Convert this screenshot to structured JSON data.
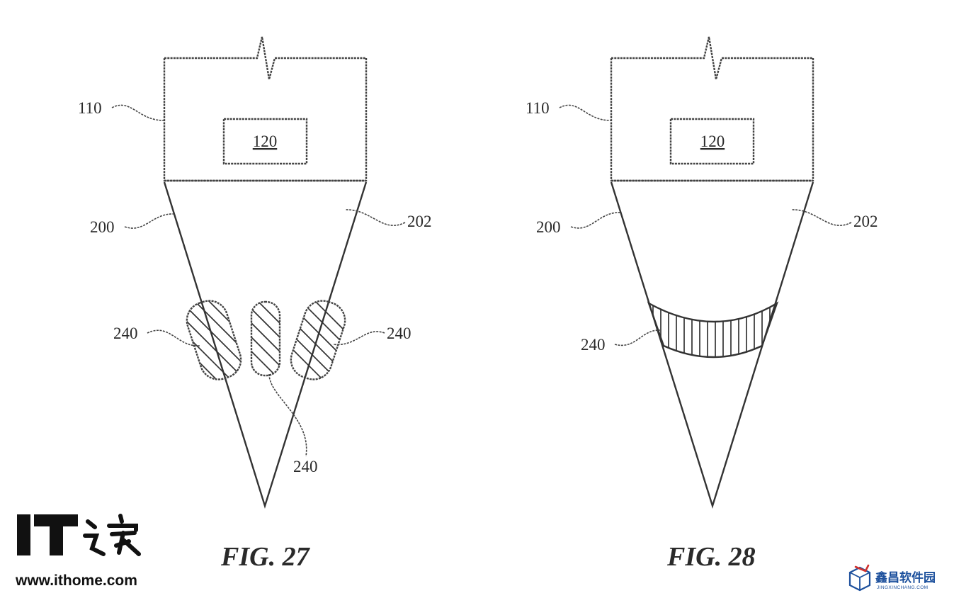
{
  "figures": [
    {
      "id": "fig27",
      "caption": "FIG. 27",
      "labels": {
        "housing": "110",
        "chip": "120",
        "tip_left": "200",
        "tip_right": "202",
        "electrode_left": "240",
        "electrode_right": "240",
        "electrode_center": "240"
      }
    },
    {
      "id": "fig28",
      "caption": "FIG. 28",
      "labels": {
        "housing": "110",
        "chip": "120",
        "tip_left": "200",
        "tip_right": "202",
        "electrode_band": "240"
      }
    }
  ],
  "watermarks": {
    "ithome_logo_text": "IT之家",
    "ithome_url": "www.ithome.com",
    "xinchang_name": "鑫昌软件园",
    "xinchang_url": "JINGXINCHANG.COM"
  },
  "colors": {
    "ink": "#333333",
    "watermark_blue": "#1b4f9c",
    "watermark_red": "#d0312d"
  }
}
